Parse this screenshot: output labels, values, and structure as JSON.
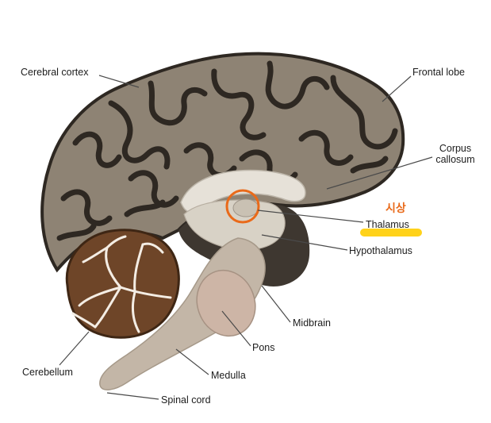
{
  "labels": {
    "cerebral_cortex": "Cerebral cortex",
    "frontal_lobe": "Frontal lobe",
    "corpus_callosum_1": "Corpus",
    "corpus_callosum_2": "callosum",
    "thalamus_korean": "시상",
    "thalamus": "Thalamus",
    "hypothalamus": "Hypothalamus",
    "midbrain": "Midbrain",
    "pons": "Pons",
    "medulla": "Medulla",
    "spinal_cord": "Spinal cord",
    "cerebellum": "Cerebellum"
  },
  "colors": {
    "cortex_fill": "#8e8374",
    "sulci": "#2e2822",
    "cerebellum_fill": "#6e4528",
    "cerebellum_white": "#f4ede4",
    "corpus_callosum": "#e6e1d8",
    "ventricle_dark": "#3e3730",
    "brainstem": "#c3b6a7",
    "highlight_circle": "#e96a1a",
    "highlight_bar": "#ffd21a"
  }
}
